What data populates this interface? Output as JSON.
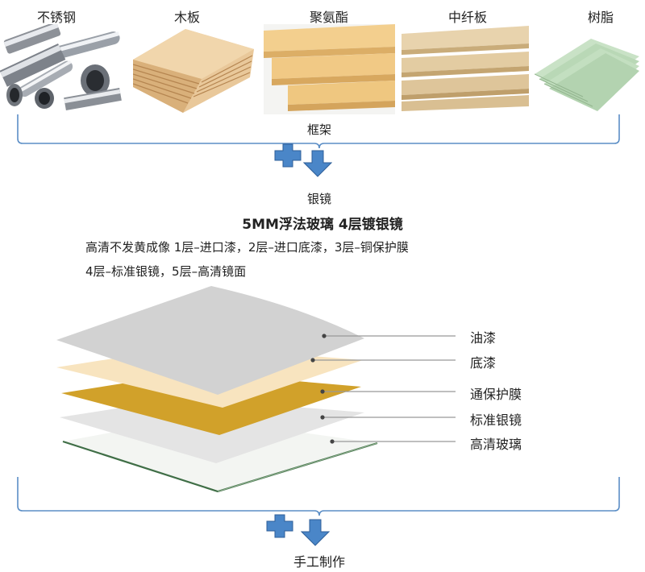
{
  "materials": [
    {
      "label": "不锈钢"
    },
    {
      "label": "木板"
    },
    {
      "label": "聚氨酯"
    },
    {
      "label": "中纤板"
    },
    {
      "label": "树脂"
    }
  ],
  "frame_label": "框架",
  "mirror_label": "银镜",
  "title": "5MM浮法玻璃 4层镀银镜",
  "desc_line1": "高清不发黄成像 1层–进口漆，2层–进口底漆，3层–铜保护膜",
  "desc_line2": "4层–标准银镜，5层–高清镜面",
  "layers": [
    {
      "label": "油漆",
      "color": "#d2d2d2"
    },
    {
      "label": "底漆",
      "color": "#f8e4bf"
    },
    {
      "label": "通保护膜",
      "color": "#d1a12a"
    },
    {
      "label": "标准银镜",
      "color": "#e4e4e4"
    },
    {
      "label": "高清玻璃",
      "color": "#eef2ee"
    }
  ],
  "bottom_label": "手工制作",
  "arrow_color": "#4a86c8",
  "bracket_color": "#5b8ec6"
}
